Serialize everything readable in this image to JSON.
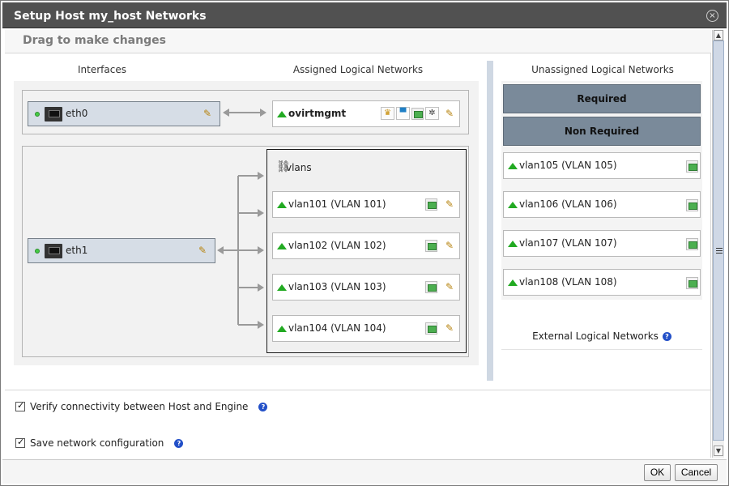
{
  "dialog": {
    "title": "Setup Host my_host Networks",
    "close_icon": "×"
  },
  "drag_header": "Drag to make changes",
  "columns": {
    "interfaces": "Interfaces",
    "assigned": "Assigned Logical Networks",
    "unassigned": "Unassigned Logical Networks"
  },
  "interfaces": [
    {
      "name": "eth0"
    },
    {
      "name": "eth1"
    }
  ],
  "assigned": {
    "mgmt": {
      "name": "ovirtmgmt"
    },
    "bond": {
      "name": "vlans"
    },
    "vlans": [
      {
        "name": "vlan101 (VLAN 101)"
      },
      {
        "name": "vlan102 (VLAN 102)"
      },
      {
        "name": "vlan103 (VLAN 103)"
      },
      {
        "name": "vlan104 (VLAN 104)"
      }
    ]
  },
  "unassigned": {
    "required_label": "Required",
    "non_required_label": "Non Required",
    "networks": [
      {
        "name": "vlan105 (VLAN 105)"
      },
      {
        "name": "vlan106 (VLAN 106)"
      },
      {
        "name": "vlan107 (VLAN 107)"
      },
      {
        "name": "vlan108 (VLAN 108)"
      }
    ]
  },
  "external": {
    "label": "External Logical Networks"
  },
  "options": {
    "verify": "Verify connectivity between Host and Engine",
    "save": "Save network configuration"
  },
  "help_glyph": "?",
  "footer": {
    "ok": "OK",
    "cancel": "Cancel"
  },
  "colors": {
    "titlebar": "#515151",
    "nic_fill": "#d6dde6",
    "category_fill": "#7a8a9a",
    "link_status": "#44cc44",
    "network_up": "#22aa22"
  }
}
